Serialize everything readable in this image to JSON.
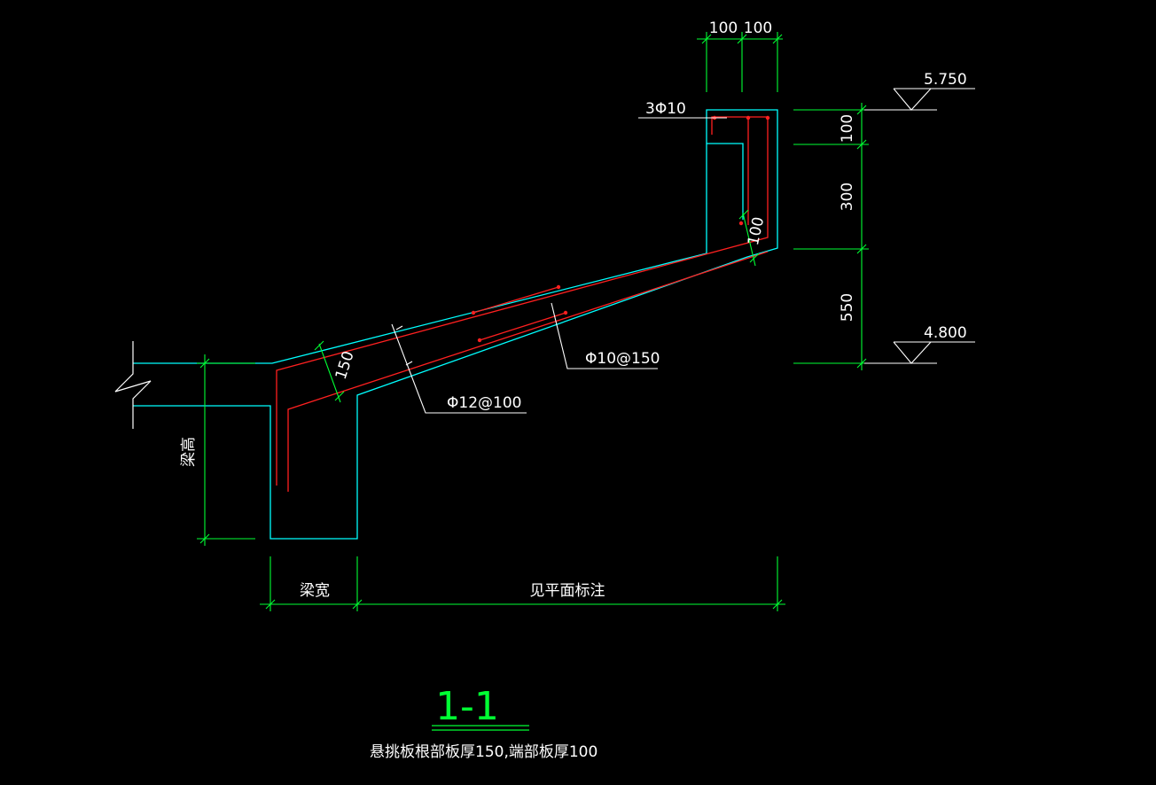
{
  "drawing": {
    "dims": {
      "top_left": "100",
      "top_right": "100",
      "right_top": "100",
      "right_mid": "300",
      "right_bottom": "550",
      "slab_root": "150",
      "slab_end": "100",
      "beam_height": "梁高",
      "beam_width": "梁宽",
      "span": "见平面标注"
    },
    "levels": {
      "upper": "5.750",
      "lower": "4.800"
    },
    "rebar": {
      "edge_bars": "3Φ10",
      "distribution": "Φ10@150",
      "main": "Φ12@100"
    },
    "section_title": "1-1",
    "note": "悬挑板根部板厚150,端部板厚100"
  },
  "colors": {
    "background": "#000000",
    "concrete_outline": "#00ffff",
    "rebar": "#ff2020",
    "dimension": "#00ff33",
    "text": "#ffffff"
  }
}
